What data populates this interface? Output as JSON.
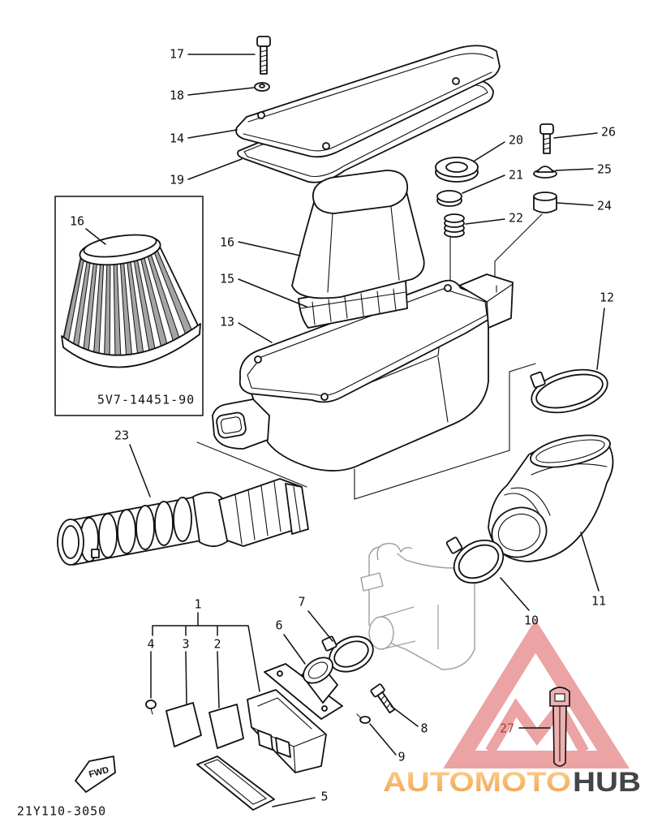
{
  "diagram": {
    "callouts": {
      "p1": "1",
      "p2": "2",
      "p3": "3",
      "p4": "4",
      "p5": "5",
      "p6": "6",
      "p7": "7",
      "p8": "8",
      "p9": "9",
      "p10": "10",
      "p11": "11",
      "p12": "12",
      "p13": "13",
      "p14": "14",
      "p15": "15",
      "p16_inset": "16",
      "p16": "16",
      "p17": "17",
      "p18": "18",
      "p19": "19",
      "p20": "20",
      "p21": "21",
      "p22": "22",
      "p23": "23",
      "p24": "24",
      "p25": "25",
      "p26": "26",
      "p27": "27"
    },
    "inset_part_number": "5V7-14451-90",
    "drawing_number": "21Y110-3050",
    "fwd_mark": "FWD"
  },
  "watermark": {
    "brand_part_1": "AUTOMOTO",
    "brand_part_2": "HUB"
  },
  "colors": {
    "line": "#111111",
    "watermark_red": "#e06b6b",
    "brand_orange": "#f0a050",
    "brand_gray": "#454545",
    "label_27": "#b03a3a"
  }
}
